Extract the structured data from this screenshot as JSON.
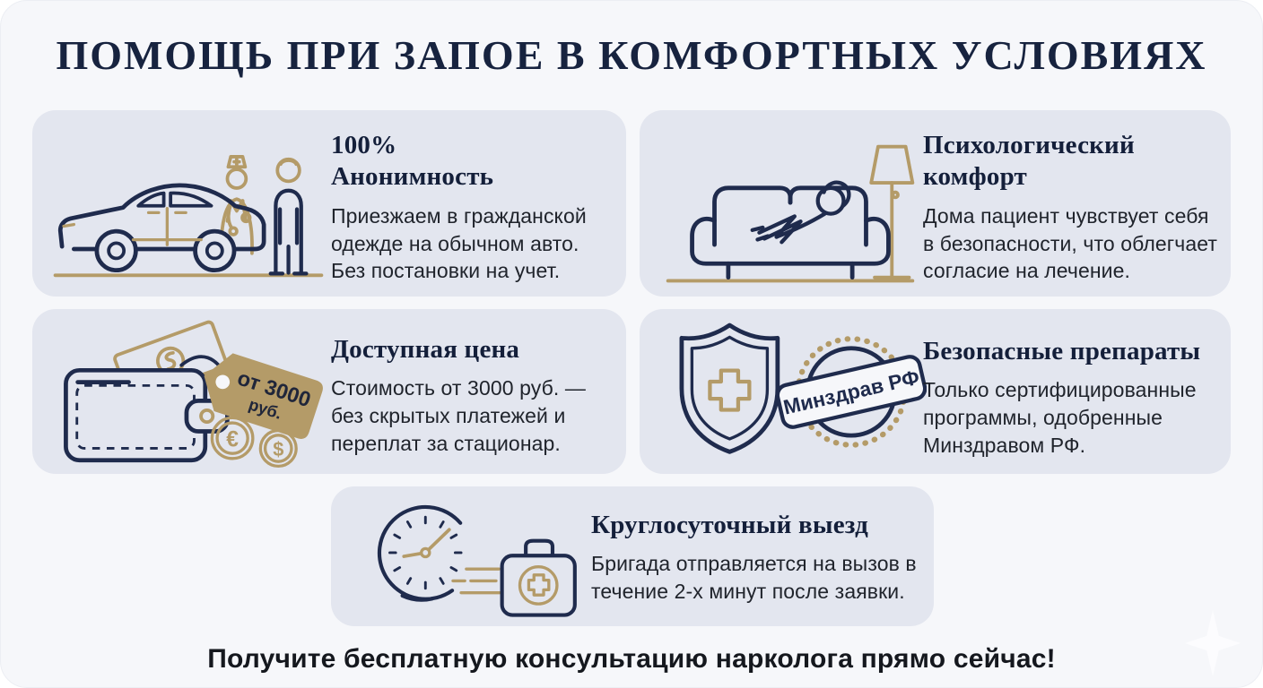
{
  "header": {
    "title": "ПОМОЩЬ ПРИ ЗАПОЕ В КОМФОРТНЫХ УСЛОВИЯХ"
  },
  "cards": [
    {
      "id": "anonymity",
      "icon": "car-with-medics-icon",
      "title_lines": [
        "100%",
        "Анонимность"
      ],
      "body": "Приезжаем в гражданской одежде на обычном авто. Без постановки на учет."
    },
    {
      "id": "psychological-comfort",
      "icon": "sofa-person-lamp-icon",
      "title_lines": [
        "Психологический",
        "комфорт"
      ],
      "body": "Дома пациент чувствует себя в безопасности, что облегчает согласие на лечение."
    },
    {
      "id": "affordable-price",
      "icon": "wallet-price-tag-icon",
      "title_lines": [
        "Доступная цена"
      ],
      "body": "Стоимость от 3000 руб. — без скрытых платежей и переплат за стационар."
    },
    {
      "id": "safe-drugs",
      "icon": "shield-stamp-icon",
      "title_lines": [
        "Безопасные препараты"
      ],
      "body": "Только сертифицированные программы, одобренные Минздравом РФ."
    },
    {
      "id": "round-the-clock",
      "icon": "clock-medical-bag-icon",
      "title_lines": [
        "Круглосуточный выезд"
      ],
      "body": "Бригада отправляется на вызов в течение 2-х минут после заявки."
    }
  ],
  "icon_labels": {
    "price_tag_line1": "от 3000",
    "price_tag_line2": "руб.",
    "stamp_text": "Минздрав РФ",
    "coin_euro": "€",
    "coin_dollar": "$"
  },
  "footer": {
    "cta": "Получите бесплатную консультацию нарколога прямо сейчас!"
  },
  "colors": {
    "navy": "#1f2b4d",
    "gold": "#b49b68",
    "card_bg": "#e3e6ef",
    "page_bg": "#f6f7fa",
    "title_text": "#17233f",
    "body_text": "#20242c"
  }
}
